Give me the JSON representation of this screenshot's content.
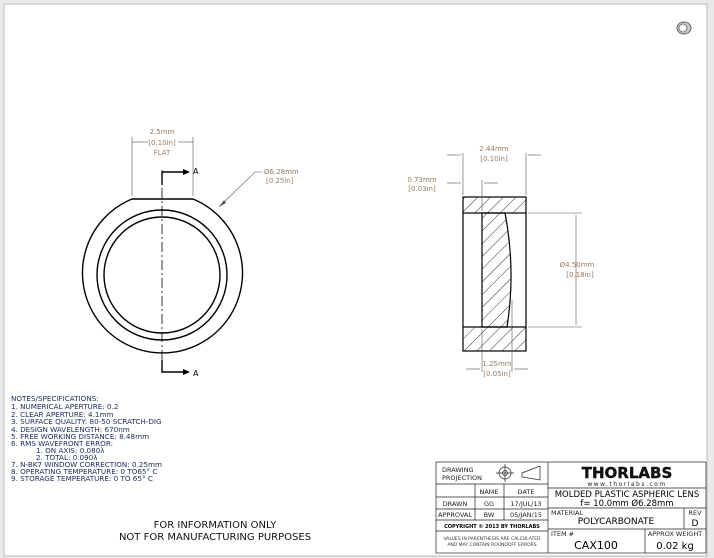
{
  "front_view": {
    "flat_mm": "2.5mm",
    "flat_in": "[0.10in]",
    "flat_label": "FLAT",
    "diameter_mm": "Ø6.28mm",
    "diameter_in": "[0.25in]",
    "section_label_top": "A",
    "section_label_bottom": "A"
  },
  "section_view": {
    "length_mm": "2.44mm",
    "length_in": "[0.10in]",
    "offset_mm": "0.73mm",
    "offset_in": "[0.03in]",
    "clear_dia_mm": "Ø4.50mm",
    "clear_dia_in": "[0.18in]",
    "center_mm": "1.25mm",
    "center_in": "[0.05in]"
  },
  "notes": {
    "title": "NOTES/SPECIFICATIONS:",
    "items": [
      "1. NUMERICAL APERTURE: 0.2",
      "2. CLEAR APERTURE: 4.1mm",
      "3. SURFACE QUALITY: 80-50 SCRATCH-DIG",
      "4. DESIGN WAVELENGTH: 670nm",
      "5. FREE WORKING DISTANCE: 8.48mm",
      "6. RMS WAVEFRONT ERROR:",
      "1. ON AXIS: 0.080λ",
      "2. TOTAL: 0.090λ",
      "7. N-BK7 WINDOW CORRECTION: 0.25mm",
      "8. OPERATING TEMPERATURE: 0 TO65° C",
      "9. STORAGE TEMPERATURE: 0 TO 65° C"
    ]
  },
  "disclaimer": {
    "line1": "FOR INFORMATION ONLY",
    "line2": "NOT FOR MANUFACTURING PURPOSES"
  },
  "title_block": {
    "projection_label_1": "DRAWING",
    "projection_label_2": "PROJECTION",
    "name_header": "NAME",
    "date_header": "DATE",
    "drawn_label": "DRAWN",
    "drawn_name": "GG",
    "drawn_date": "17/JUL/13",
    "approval_label": "APPROVAL",
    "approval_name": "BW",
    "approval_date": "05/JAN/15",
    "copyright": "COPYRIGHT © 2013 BY THORLABS",
    "values_note_1": "VALUES IN PARENTHESIS ARE CALCULATED",
    "values_note_2": "AND MAY CONTAIN ROUNDOFF ERRORS",
    "logo": "THORLABS",
    "website": "www.thorlabs.com",
    "title_1": "MOLDED PLASTIC ASPHERIC LENS",
    "title_2": "f= 10.0mm  Ø6.28mm",
    "material_label": "MATERIAL",
    "material": "POLYCARBONATE",
    "rev_label": "REV",
    "rev": "D",
    "item_label": "ITEM #",
    "item": "CAX100",
    "weight_label": "APPROX WEIGHT",
    "weight": "0.02 kg"
  }
}
